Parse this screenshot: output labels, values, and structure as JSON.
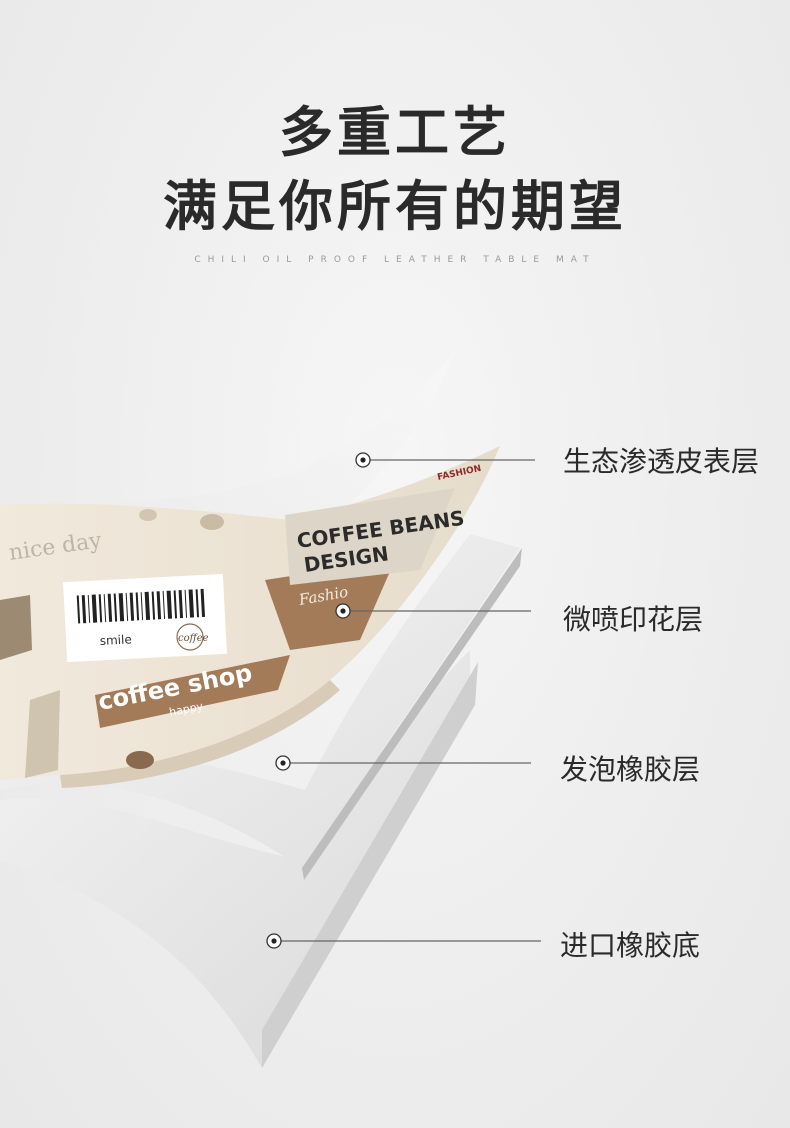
{
  "heading": {
    "line1": "多重工艺",
    "line2": "满足你所有的期望",
    "subtitle": "CHILI OIL PROOF LEATHER TABLE MAT"
  },
  "layers": [
    {
      "label": "生态渗透皮表层"
    },
    {
      "label": "微喷印花层"
    },
    {
      "label": "发泡橡胶层"
    },
    {
      "label": "进口橡胶底"
    }
  ],
  "print_texts": {
    "nice_day": "nice day",
    "coffee_beans": "COFFEE BEANS",
    "design": "DESIGN",
    "fashion_top": "FASHION",
    "fashion_script": "Fashio",
    "smile": "smile",
    "coffee_circle": "coffee",
    "coffee_shop": "coffee shop",
    "happy": "happy"
  },
  "colors": {
    "background": "#efefef",
    "heading": "#2a2a2a",
    "leader_line": "#666666",
    "tan": "#a47b58",
    "cream": "#efe6d8"
  }
}
